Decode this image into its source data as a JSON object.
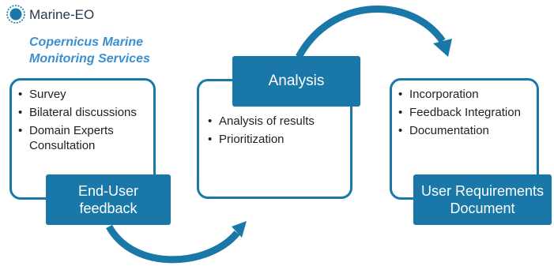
{
  "logo": {
    "name": "Marine-EO",
    "tagline": [
      "Copernicus Marine",
      "Monitoring Services"
    ]
  },
  "steps": [
    {
      "title": [
        "End-User",
        "feedback"
      ],
      "items": [
        "Survey",
        "Bilateral discussions",
        "Domain Experts Consultation"
      ]
    },
    {
      "title": [
        "Analysis"
      ],
      "items": [
        "Analysis of results",
        "Prioritization"
      ]
    },
    {
      "title": [
        "User Requirements",
        "Document"
      ],
      "items": [
        "Incorporation",
        "Feedback Integration",
        "Documentation"
      ]
    }
  ],
  "colors": {
    "accent": "#1a78a8",
    "logo_text": "#3a8fd0"
  }
}
